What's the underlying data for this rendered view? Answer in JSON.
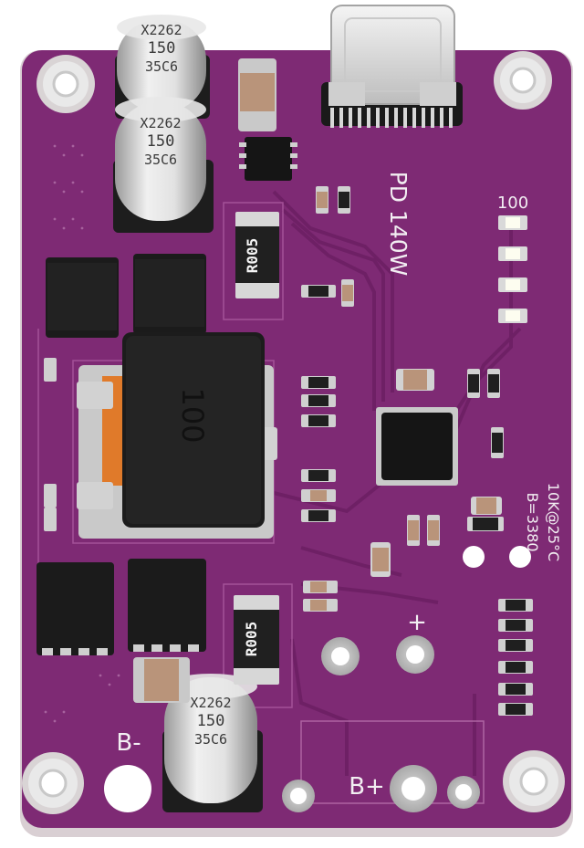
{
  "board": {
    "pcb_color": "#7e2a74",
    "silkscreen_color": "#f2eef2",
    "labels": {
      "power": "PD 140W",
      "thermistor_r": "10K@25°C",
      "thermistor_b": "B=3380",
      "led_level": "100",
      "terminal_neg": "B-",
      "terminal_pos_top": "+",
      "terminal_pos": "B+"
    },
    "capacitors": [
      {
        "line1": "X2262",
        "line2": "150",
        "line3": "35C6"
      },
      {
        "line1": "X2262",
        "line2": "150",
        "line3": "35C6"
      },
      {
        "line1": "X2262",
        "line2": "150",
        "line3": "35C6"
      }
    ],
    "resistors": [
      {
        "marking": "R005"
      },
      {
        "marking": "R005"
      }
    ],
    "inductor": {
      "marking": "100"
    }
  }
}
